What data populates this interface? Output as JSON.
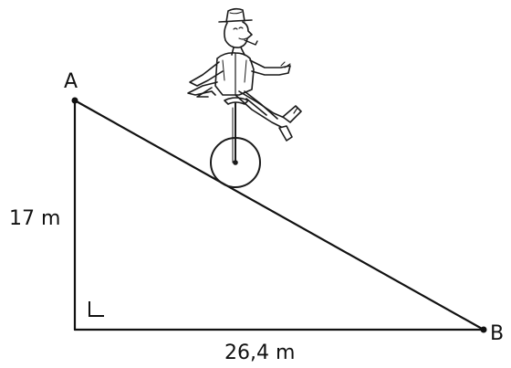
{
  "points": {
    "a": "A",
    "b": "B"
  },
  "measurements": {
    "height": "17 m",
    "base": "26,4 m"
  },
  "illustration": "figure-riding-unicycle",
  "colors": {
    "ink": "#111111",
    "background": "#ffffff"
  }
}
